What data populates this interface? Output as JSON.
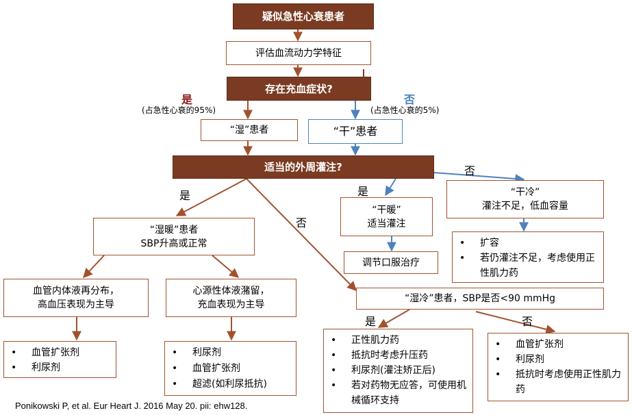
{
  "colors": {
    "dark_box": "#7a3b22",
    "brown_line": "#a0522d",
    "blue_line": "#4f81bd",
    "yes_label": "#8b1a1a"
  },
  "nodes": {
    "suspected_ahf": "疑似急性心衰患者",
    "assess": "评估血流动力学特征",
    "congestion_q": "存在充血症状?",
    "wet": "“湿”患者",
    "dry": "“干”患者",
    "perfusion_q": "适当的外周灌注?",
    "warm_wet_line1": "“湿暖”患者",
    "warm_wet_line2": "SBP升高或正常",
    "vascular_line1": "血管内体液再分布，",
    "vascular_line2": "高血压表现为主导",
    "cardiac_line1": "心源性体液潴留，",
    "cardiac_line2": "充血表现为主导",
    "dry_warm_line1": "“干暖”",
    "dry_warm_line2": "适当灌注",
    "adjust_oral": "调节口服治疗",
    "dry_cold_line1": "“干冷”",
    "dry_cold_line2": "灌注不足，低血容量",
    "wet_cold": "“湿冷”患者，SBP是否<90 mmHg"
  },
  "lists": {
    "vascular_tx": [
      "血管扩张剂",
      "利尿剂"
    ],
    "cardiac_tx": [
      "利尿剂",
      "血管扩张剂",
      "超滤(如利尿抵抗)"
    ],
    "dry_cold_tx": [
      "扩容",
      "若仍灌注不足，考虑使用正性肌力药"
    ],
    "wet_cold_low_tx": [
      "正性肌力药",
      "抵抗时考虑升压药",
      "利尿剂(灌注矫正后)",
      "若对药物无应答，可使用机械循环支持"
    ],
    "wet_cold_high_tx": [
      "血管扩张剂",
      "利尿剂",
      "抵抗时考虑使用正性肌力药"
    ]
  },
  "labels": {
    "yes": "是",
    "no": "否",
    "yes_pct": "(占急性心衰的95%)",
    "no_pct": "(占急性心衰的5%)"
  },
  "reference": "Ponikowski P, et al. Eur Heart J. 2016 May 20. pii: ehw128."
}
